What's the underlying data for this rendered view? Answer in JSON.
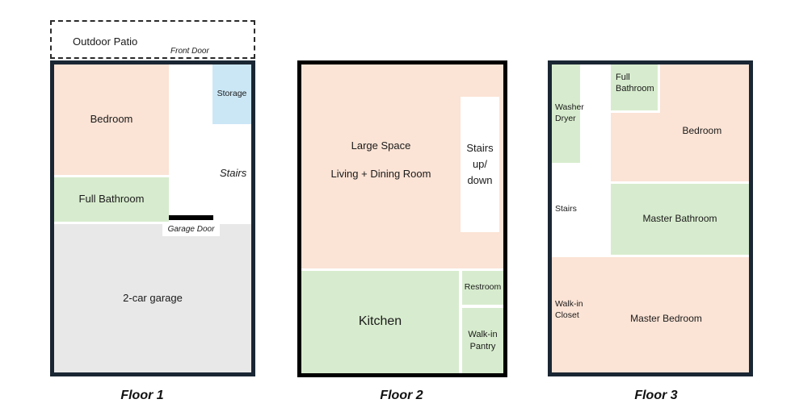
{
  "palette": {
    "room_peach": "#fbe3d5",
    "room_green": "#d7ecce",
    "room_blue": "#cbe7f6",
    "room_gray": "#e8e8e8",
    "floor1_border": "#1a2633",
    "floor2_border": "#000000",
    "floor3_border": "#1a2633"
  },
  "floors": [
    {
      "caption": "Floor 1",
      "patio": "Outdoor Patio",
      "front_door": "Front Door",
      "garage_door": "Garage Door",
      "rooms": {
        "bedroom": "Bedroom",
        "storage": "Storage",
        "stairs": "Stairs",
        "full_bathroom": "Full Bathroom",
        "garage": "2-car garage"
      }
    },
    {
      "caption": "Floor 2",
      "rooms": {
        "living_line1": "Large Space",
        "living_line2": "Living + Dining Room",
        "stairs": "Stairs\nup/\ndown",
        "kitchen": "Kitchen",
        "restroom": "Restroom",
        "pantry": "Walk-in\nPantry"
      }
    },
    {
      "caption": "Floor 3",
      "rooms": {
        "washer_dryer": "Washer\nDryer",
        "full_bathroom": "Full\nBathroom",
        "bedroom": "Bedroom",
        "stairs": "Stairs",
        "master_bathroom": "Master Bathroom",
        "walkin_closet": "Walk-in\nCloset",
        "master_bedroom": "Master Bedroom"
      }
    }
  ]
}
